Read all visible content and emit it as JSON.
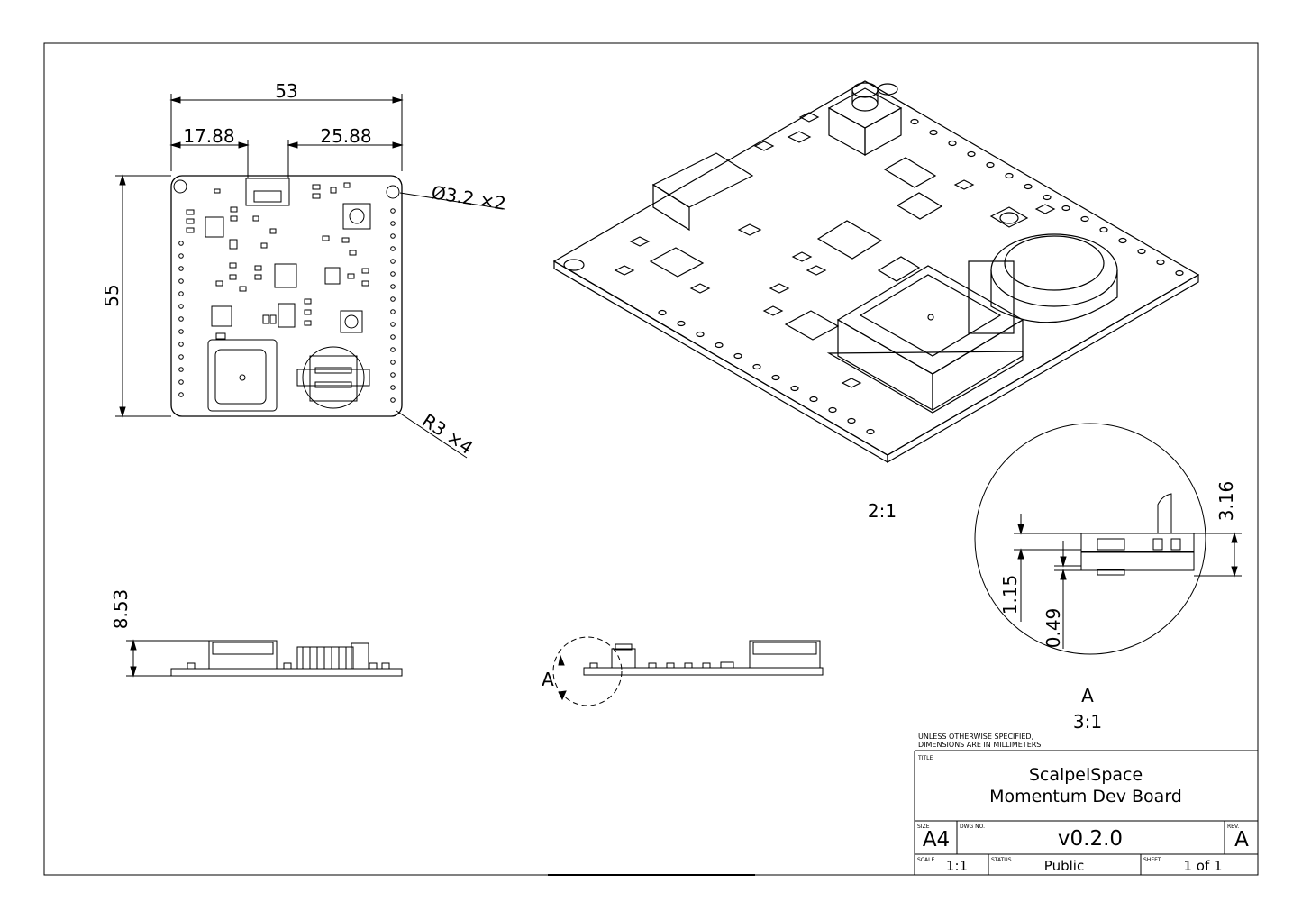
{
  "top_view": {
    "dim_width": "53",
    "dim_usb_left": "17.88",
    "dim_usb_right": "25.88",
    "dim_height": "55",
    "dim_hole": "Ø3.2 ×2",
    "dim_radius": "R3 ×4"
  },
  "side_view": {
    "dim_height": "8.53"
  },
  "front_view": {
    "detail_label": "A"
  },
  "iso_view": {
    "scale": "2:1"
  },
  "detail_view": {
    "dim_top": "3.16",
    "dim_board": "1.15",
    "dim_gap": "0.49",
    "label": "A",
    "scale": "3:1"
  },
  "title_block": {
    "note_line1": "UNLESS OTHERWISE SPECIFIED,",
    "note_line2": "DIMENSIONS ARE IN MILLIMETERS",
    "title_caption": "TITLE",
    "title_line1": "ScalpelSpace",
    "title_line2": "Momentum Dev Board",
    "size_caption": "SIZE",
    "size_value": "A4",
    "dwg_caption": "DWG NO.",
    "dwg_value": "v0.2.0",
    "rev_caption": "REV.",
    "rev_value": "A",
    "scale_caption": "SCALE",
    "scale_value": "1:1",
    "status_caption": "STATUS",
    "status_value": "Public",
    "sheet_caption": "SHEET",
    "sheet_value": "1 of 1"
  }
}
